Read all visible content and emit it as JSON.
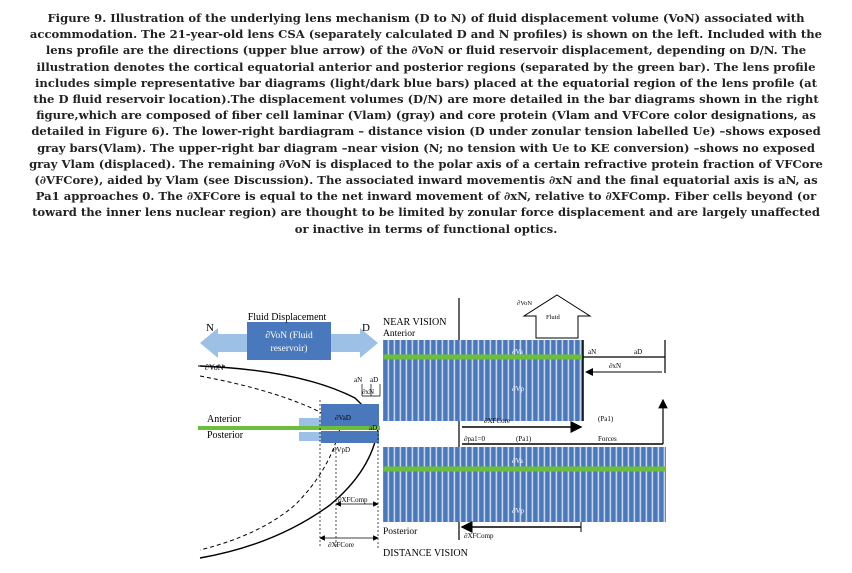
{
  "caption": {
    "text": "Figure 9. Illustration of the underlying lens mechanism (D to N) of fluid displacement volume (VoN) associated with accommodation. The 21-year-old lens CSA (separately calculated D and N profiles) is shown on the left. Included with the lens profile are the directions (upper blue arrow) of the ∂VoN or fluid reservoir displacement, depending on D/N. The illustration denotes the cortical equatorial anterior and posterior regions (separated by the green bar). The lens profile includes simple representative bar diagrams (light/dark blue bars) placed at the equatorial region of the lens profile (at the D fluid reservoir location).The displacement volumes (D/N) are more detailed in the bar diagrams shown in the right figure,which are composed of fiber cell laminar (Vlam) (gray) and core protein (Vlam and VFCore color designations, as detailed in Figure 6). The lower-right bardiagram – distance vision (D under zonular tension labelled Ue) –shows exposed gray bars(Vlam). The upper-right bar diagram –near vision (N; no tension with Ue to KE conversion) –shows no exposed gray Vlam (displaced). The remaining ∂VoN is displaced to the polar axis of a certain refractive protein fraction of VFCore (∂VFCore), aided by Vlam (see Discussion). The associated inward movementis ∂xN and the final equatorial axis is aN, as Pa1 approaches 0. The ∂XFCore is equal to the net inward movement of ∂xN, relative to ∂XFComp. Fiber cells beyond (or toward the inner lens nuclear region) are thought to be limited by zonular force displacement and are largely unaffected or inactive in terms of functional optics."
  },
  "figure": {
    "fluid_displacement": "Fluid Displacement",
    "von_box_line1": "∂VoN (Fluid",
    "von_box_line2": "reservoir)",
    "n": "N",
    "d": "D",
    "dvon_left": "∂VoN",
    "near_vision": "NEAR VISION",
    "anterior_top": "Anterior",
    "anterior_left": "Anterior",
    "posterior_left": "Posterior",
    "posterior_bottom": "Posterior",
    "distance_vision": "DISTANCE VISION",
    "dvon_top": "∂VoN",
    "fluid": "Fluid",
    "an_small": "aN",
    "ad_small": "aD",
    "dxn_small": "∂xN",
    "dvad": "∂VaD",
    "dvpd": "∂VpD",
    "ad_eq": "aD",
    "dxfcomp_left": "∂XFComp",
    "dxfcore_left": "∂XFCore",
    "dva_upper": "∂Va",
    "dvp_upper": "∂Vp",
    "an_right": "aN",
    "ad_right": "aD",
    "dxn_right": "∂xN",
    "pa1": "(Pa1)",
    "dxfcore_mid": "∂XFCore",
    "dpa": "∂pa1=0",
    "pa": "(Pa1)",
    "forces": "Forces",
    "dva_lower": "∂Va",
    "dvp_lower": "∂Vp",
    "dxfcomp_bottom": "∂XFComp"
  },
  "colors": {
    "light_blue": "#9dc0e6",
    "dark_blue": "#4a78bd",
    "gray_bar": "#b6b6b6",
    "green": "#6cbf3a",
    "arrow_blue": "#5b8ad4"
  }
}
